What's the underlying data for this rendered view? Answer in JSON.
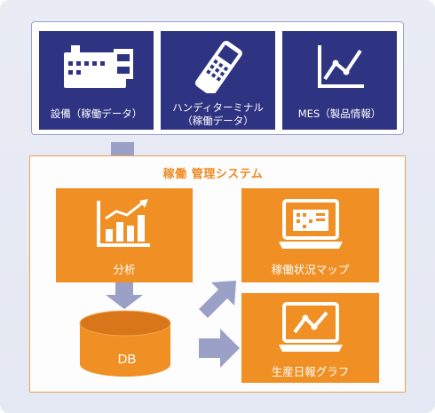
{
  "sources": {
    "equipment": {
      "label": "設備（稼働データ）",
      "icon": "factory-building-icon"
    },
    "handheld": {
      "label": "ハンディターミナル\n（稼働データ）",
      "icon": "handheld-terminal-icon"
    },
    "mes": {
      "label": "MES（製品情報）",
      "icon": "line-chart-icon"
    }
  },
  "system": {
    "title": "稼働 管理システム",
    "analysis": {
      "label": "分析",
      "icon": "bar-chart-up-icon"
    },
    "db": {
      "label": "DB",
      "icon": "database-cylinder-icon"
    },
    "map": {
      "label": "稼働状況マップ",
      "icon": "laptop-map-icon"
    },
    "daily_graph": {
      "label": "生産日報グラフ",
      "icon": "laptop-graph-icon"
    }
  },
  "colors": {
    "navy": "#2e3382",
    "orange": "#f08f24",
    "arrow": "#9aa0c6",
    "db_dark": "#d9761a"
  }
}
